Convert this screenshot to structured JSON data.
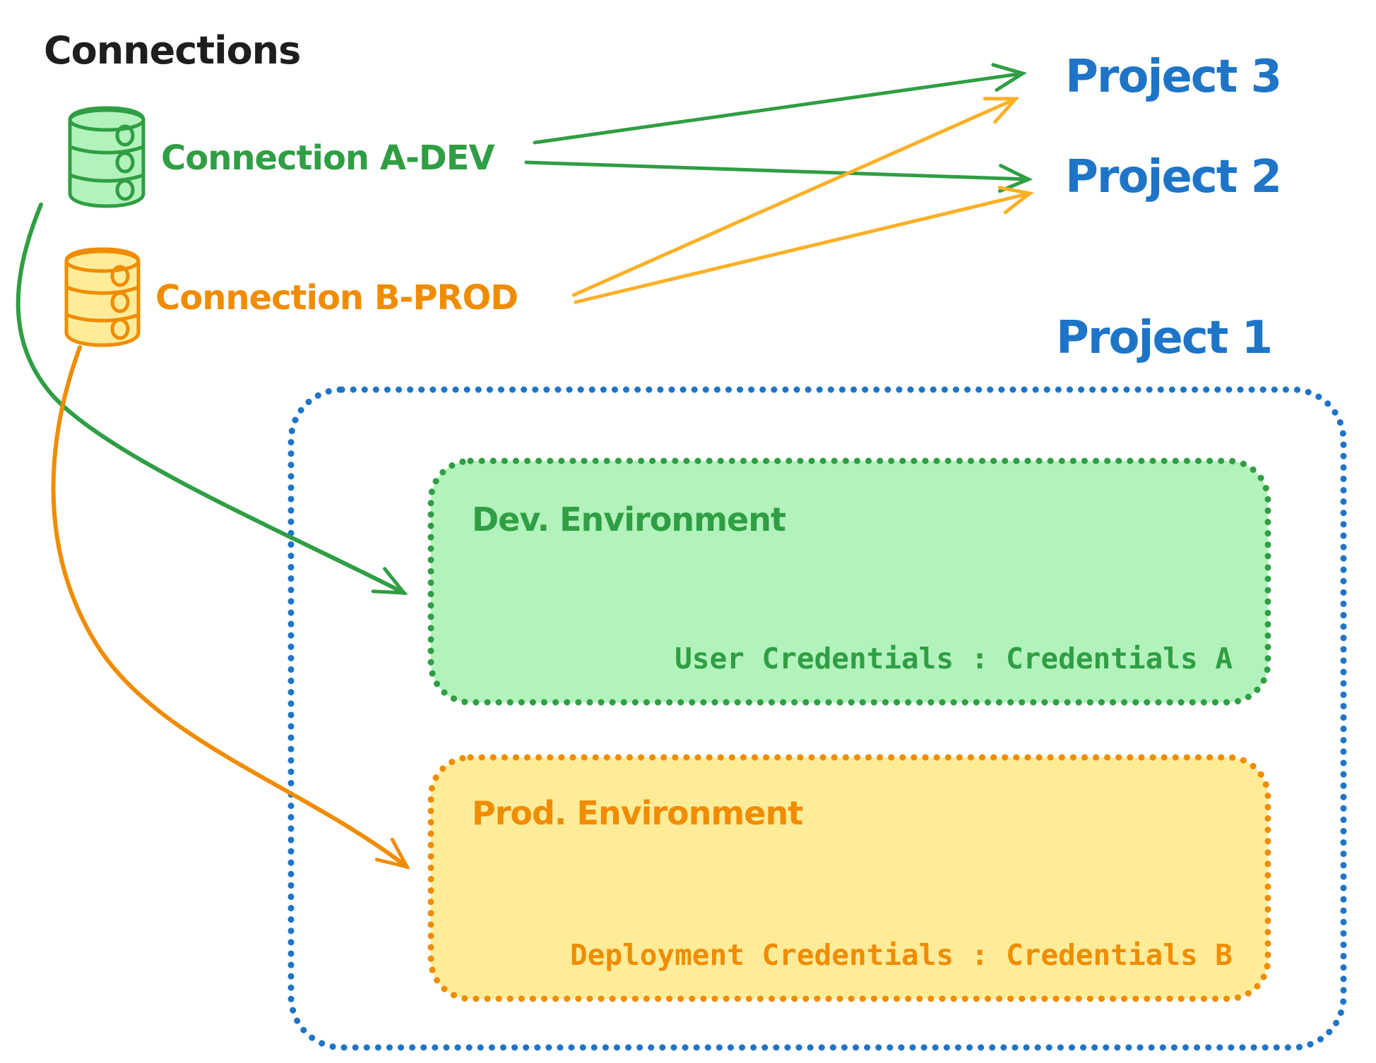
{
  "title": "Connections",
  "colors": {
    "black": "#1e1e1e",
    "green": "#2f9e44",
    "green_fill": "#b2f2bb",
    "orange": "#f08c00",
    "orange_fill": "#ffec99",
    "orange_arrow": "#fbb026",
    "blue": "#1e75c8"
  },
  "connections": [
    {
      "label": "Connection A-DEV",
      "icon": "database-icon"
    },
    {
      "label": "Connection B-PROD",
      "icon": "database-icon"
    }
  ],
  "projects": [
    {
      "label": "Project 3"
    },
    {
      "label": "Project 2"
    },
    {
      "label": "Project 1"
    }
  ],
  "environments": [
    {
      "title": "Dev. Environment",
      "credentials": "User Credentials : Credentials A"
    },
    {
      "title": "Prod. Environment",
      "credentials": "Deployment Credentials : Credentials B"
    }
  ]
}
